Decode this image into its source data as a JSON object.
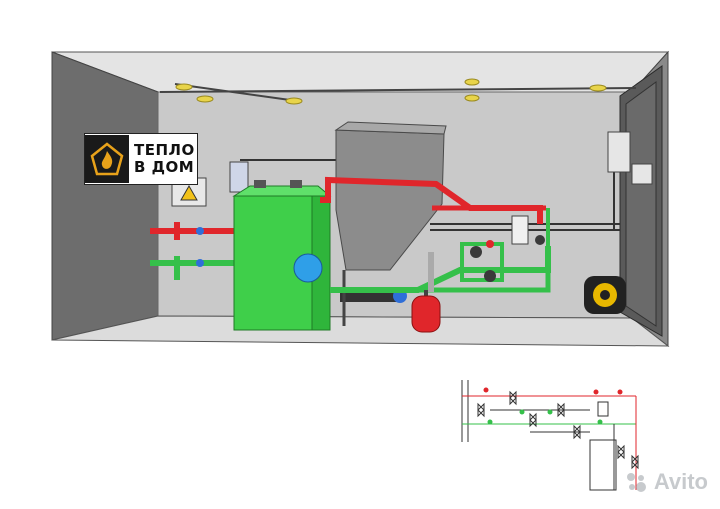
{
  "logo": {
    "line1": "ТЕПЛО",
    "line2": "В ДОМ"
  },
  "watermark": {
    "brand": "Avito"
  },
  "colors": {
    "wall_left": "#6d6d6d",
    "wall_back": "#c9c9c9",
    "ceiling": "#e4e4e4",
    "floor": "#dcdcdc",
    "boiler": "#3fcf4a",
    "hopper": "#8c8c8c",
    "supply_pipe": "#e0262b",
    "return_pipe": "#35c04a",
    "expansion_tank": "#e0262b",
    "pump": "#2f6fd8",
    "lamp": "#e8d44a"
  },
  "icons": [
    "flame-house-logo-icon",
    "warning-sign-icon",
    "avito-dots-icon"
  ]
}
